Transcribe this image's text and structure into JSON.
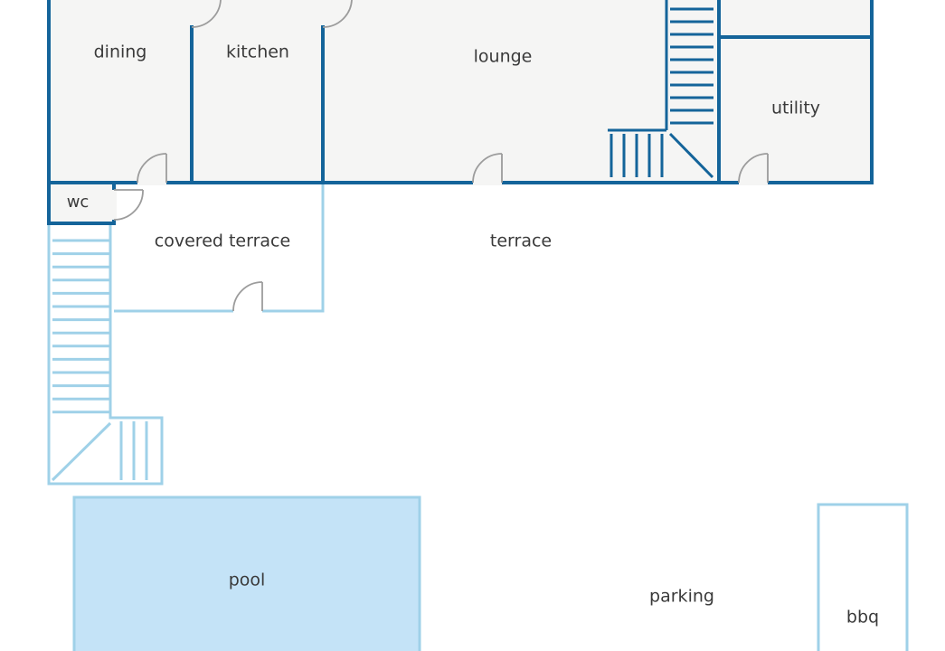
{
  "colors": {
    "house_floor": "#f5f5f4",
    "wall_dark": "#14649a",
    "outline_light": "#9fd1e8",
    "pool_fill": "#c4e3f7",
    "door_grey": "#9c9c9c",
    "label_text": "#3a3a3a"
  },
  "rooms": {
    "dining": "dining",
    "kitchen": "kitchen",
    "lounge": "lounge",
    "utility": "utility",
    "wc": "wc",
    "covered_terrace": "covered terrace",
    "terrace": "terrace",
    "pool": "pool",
    "parking": "parking",
    "bbq": "bbq"
  }
}
